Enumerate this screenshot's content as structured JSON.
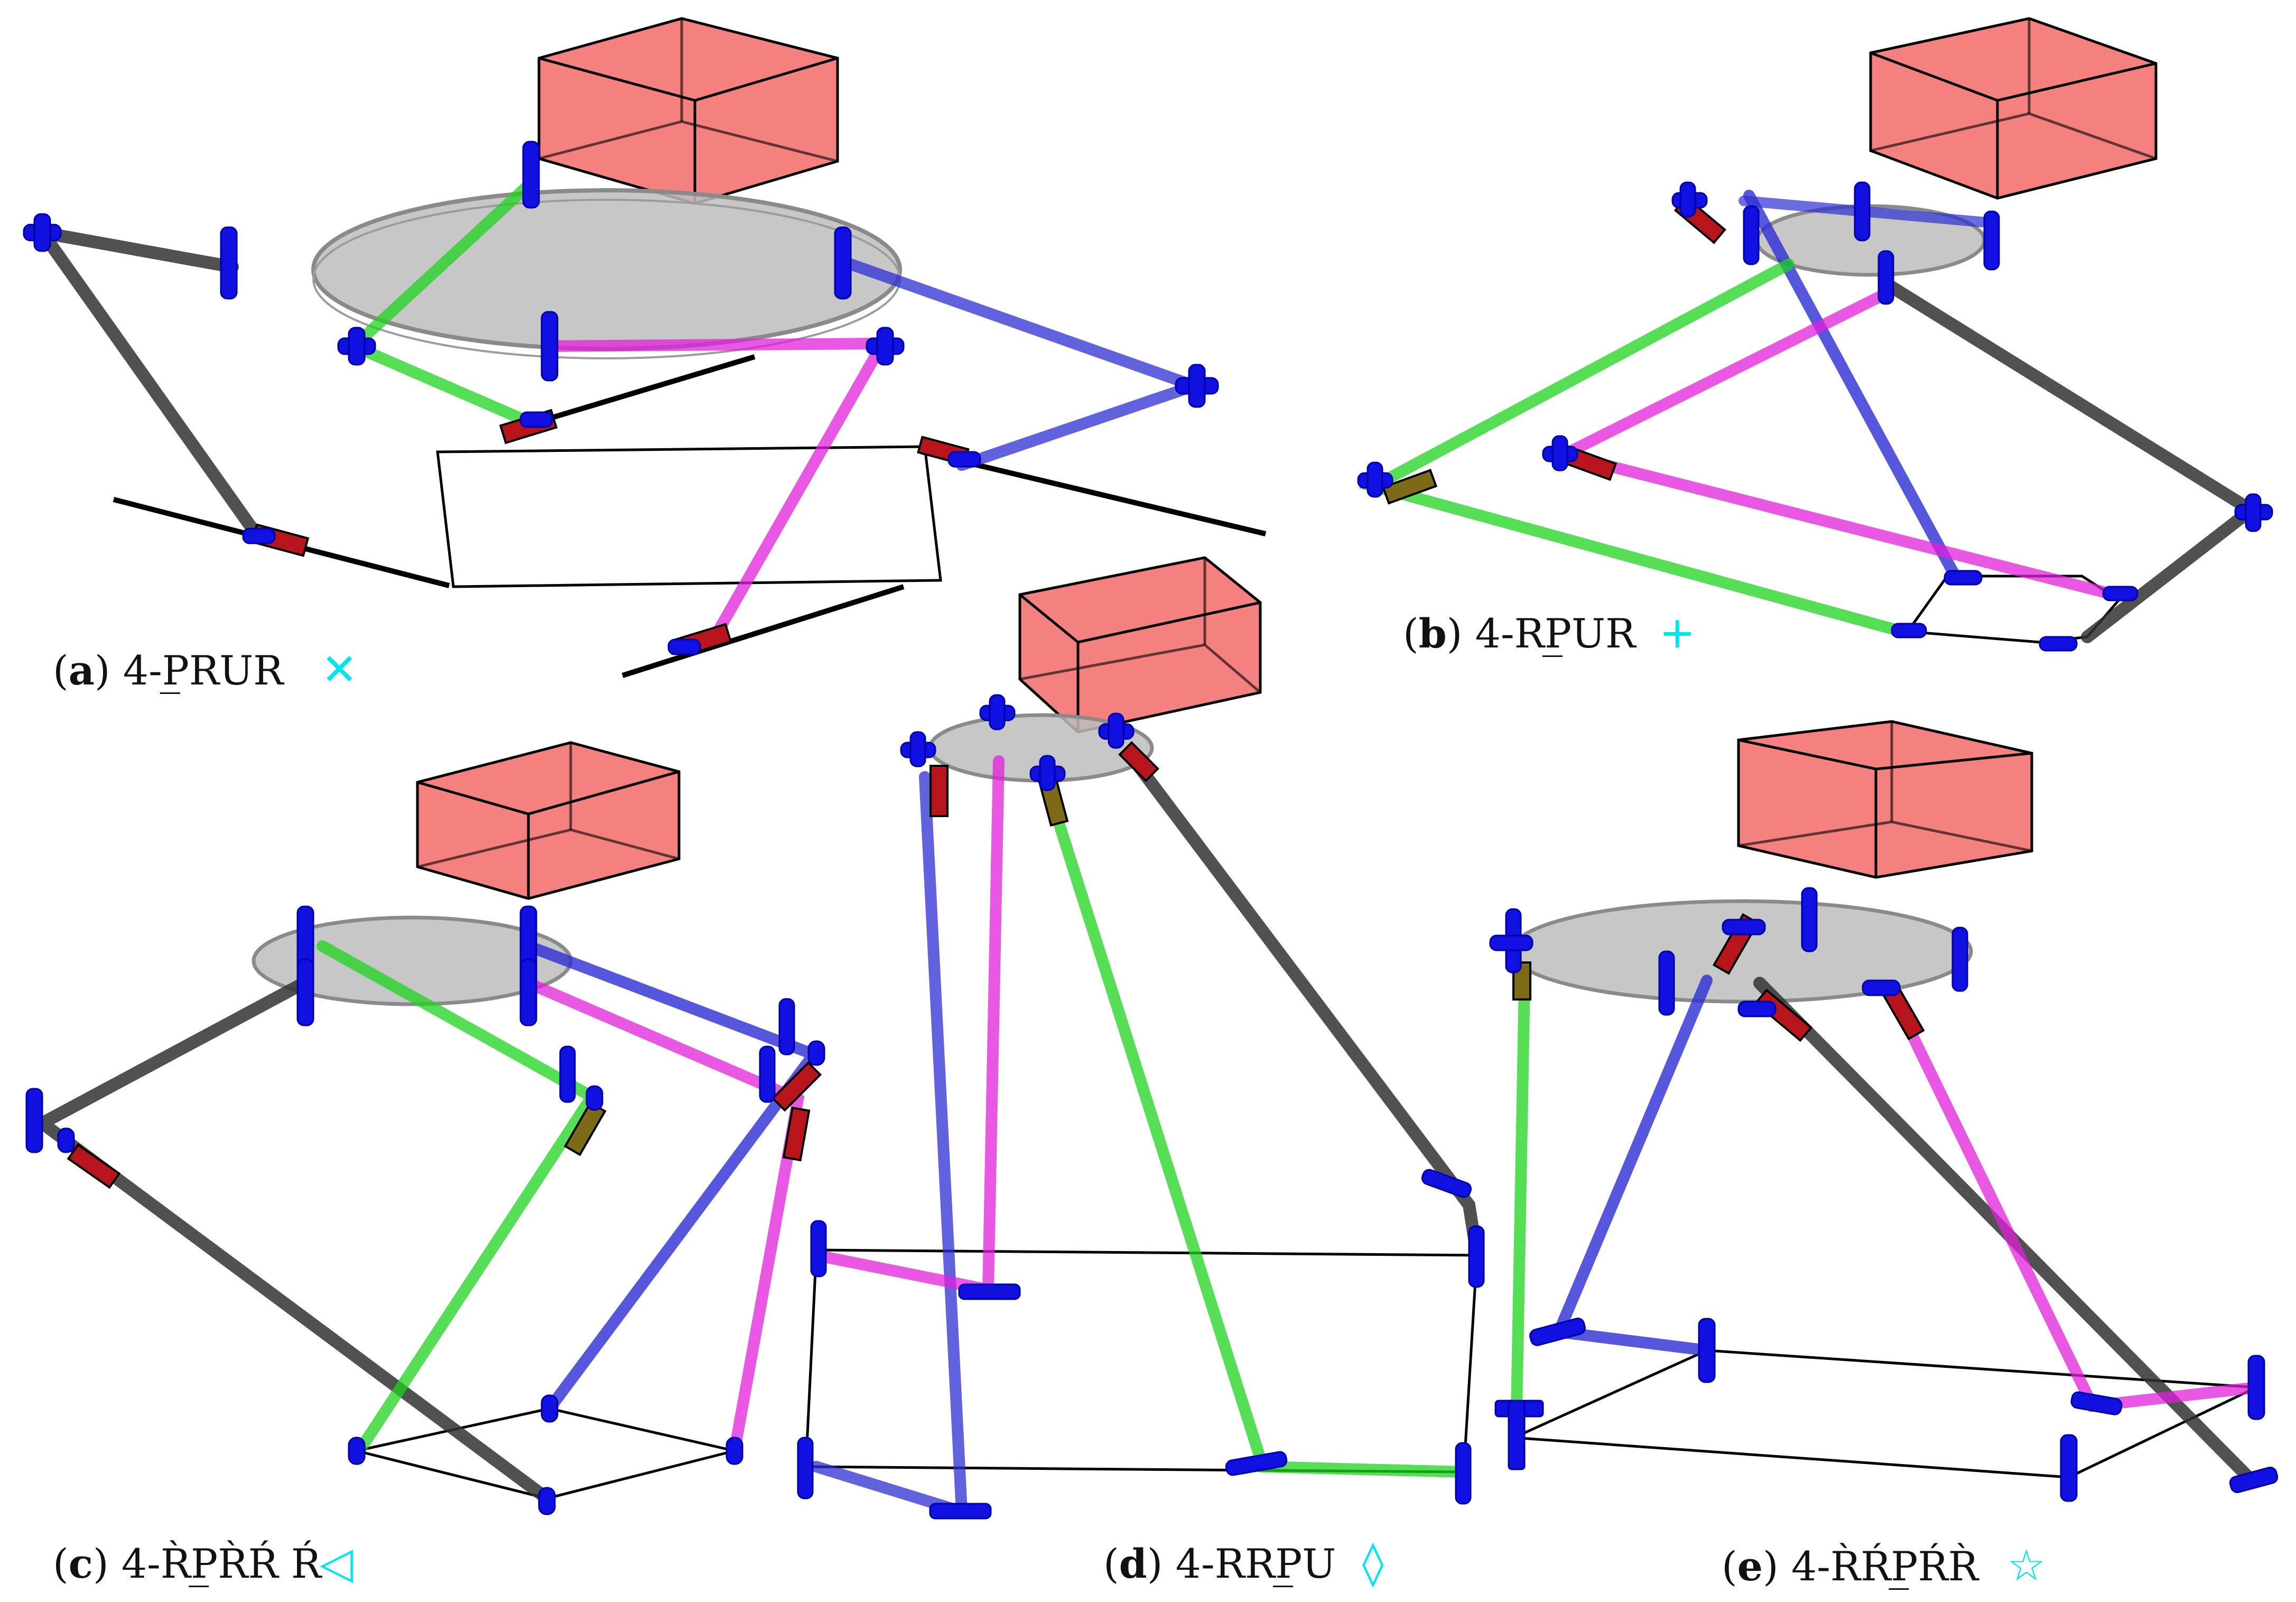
{
  "colors": {
    "leg_black": "#2f2f2f",
    "leg_green": "#1fd31f",
    "leg_blue": "#2424cc",
    "leg_magenta": "#e020d8",
    "joint_blue": "#1010e0",
    "prismatic_red": "#b8141c",
    "prismatic_olive": "#7c6a16",
    "platform_gray": "#bdbdbd",
    "workspace_box": "#f46d6d",
    "marker_cyan": "#00e5ee"
  },
  "panels": [
    {
      "id": "a",
      "label": "a",
      "name": "4-P̲RUR",
      "marker": "✕",
      "marker_icon": "cross-x-icon"
    },
    {
      "id": "b",
      "label": "b",
      "name": "4-RP̲UR",
      "marker": "+",
      "marker_icon": "plus-icon"
    },
    {
      "id": "c",
      "label": "c",
      "name": "4-R̀P̲R̀Ŕ Ŕ",
      "marker": "◁",
      "marker_icon": "triangle-left-icon"
    },
    {
      "id": "d",
      "label": "d",
      "name": "4-RRP̲U",
      "marker": "◊",
      "marker_icon": "diamond-icon"
    },
    {
      "id": "e",
      "label": "e",
      "name": "4-R̀ŔP̲ŔR̀",
      "marker": "☆",
      "marker_icon": "star-icon"
    }
  ]
}
